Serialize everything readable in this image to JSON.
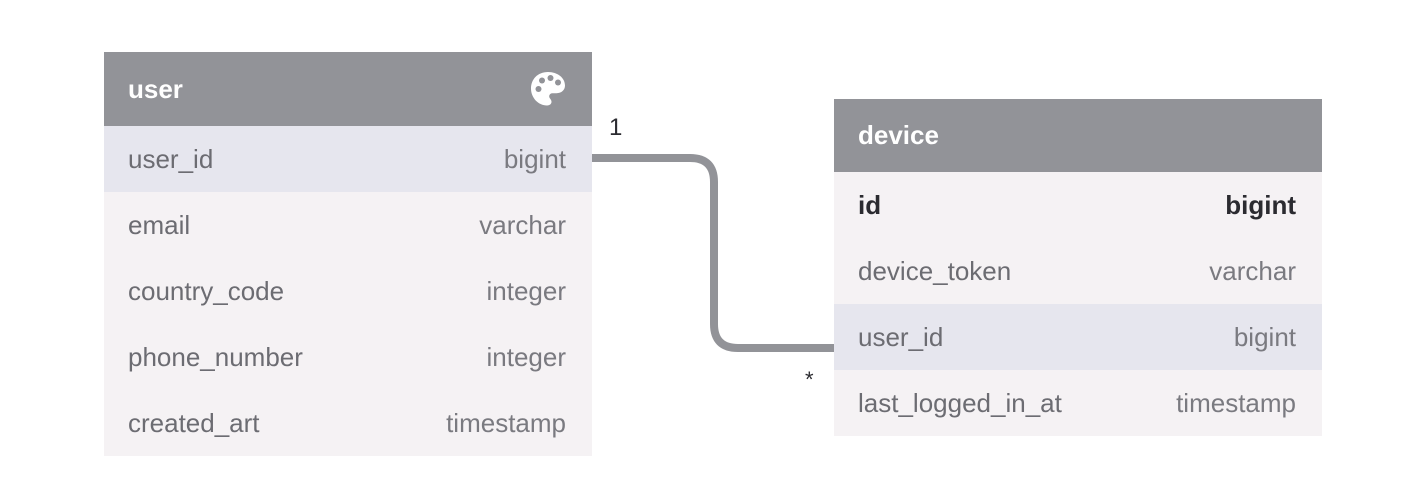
{
  "relationship": {
    "from_cardinality": "1",
    "to_cardinality": "*",
    "line_color": "#929398"
  },
  "tables": {
    "user": {
      "name": "user",
      "icon": "palette-icon",
      "header_color": "#929398",
      "columns": [
        {
          "name": "user_id",
          "type": "bigint"
        },
        {
          "name": "email",
          "type": "varchar"
        },
        {
          "name": "country_code",
          "type": "integer"
        },
        {
          "name": "phone_number",
          "type": "integer"
        },
        {
          "name": "created_art",
          "type": "timestamp"
        }
      ]
    },
    "device": {
      "name": "device",
      "header_color": "#929398",
      "columns": [
        {
          "name": "id",
          "type": "bigint"
        },
        {
          "name": "device_token",
          "type": "varchar"
        },
        {
          "name": "user_id",
          "type": "bigint"
        },
        {
          "name": "last_logged_in_at",
          "type": "timestamp"
        }
      ]
    }
  }
}
